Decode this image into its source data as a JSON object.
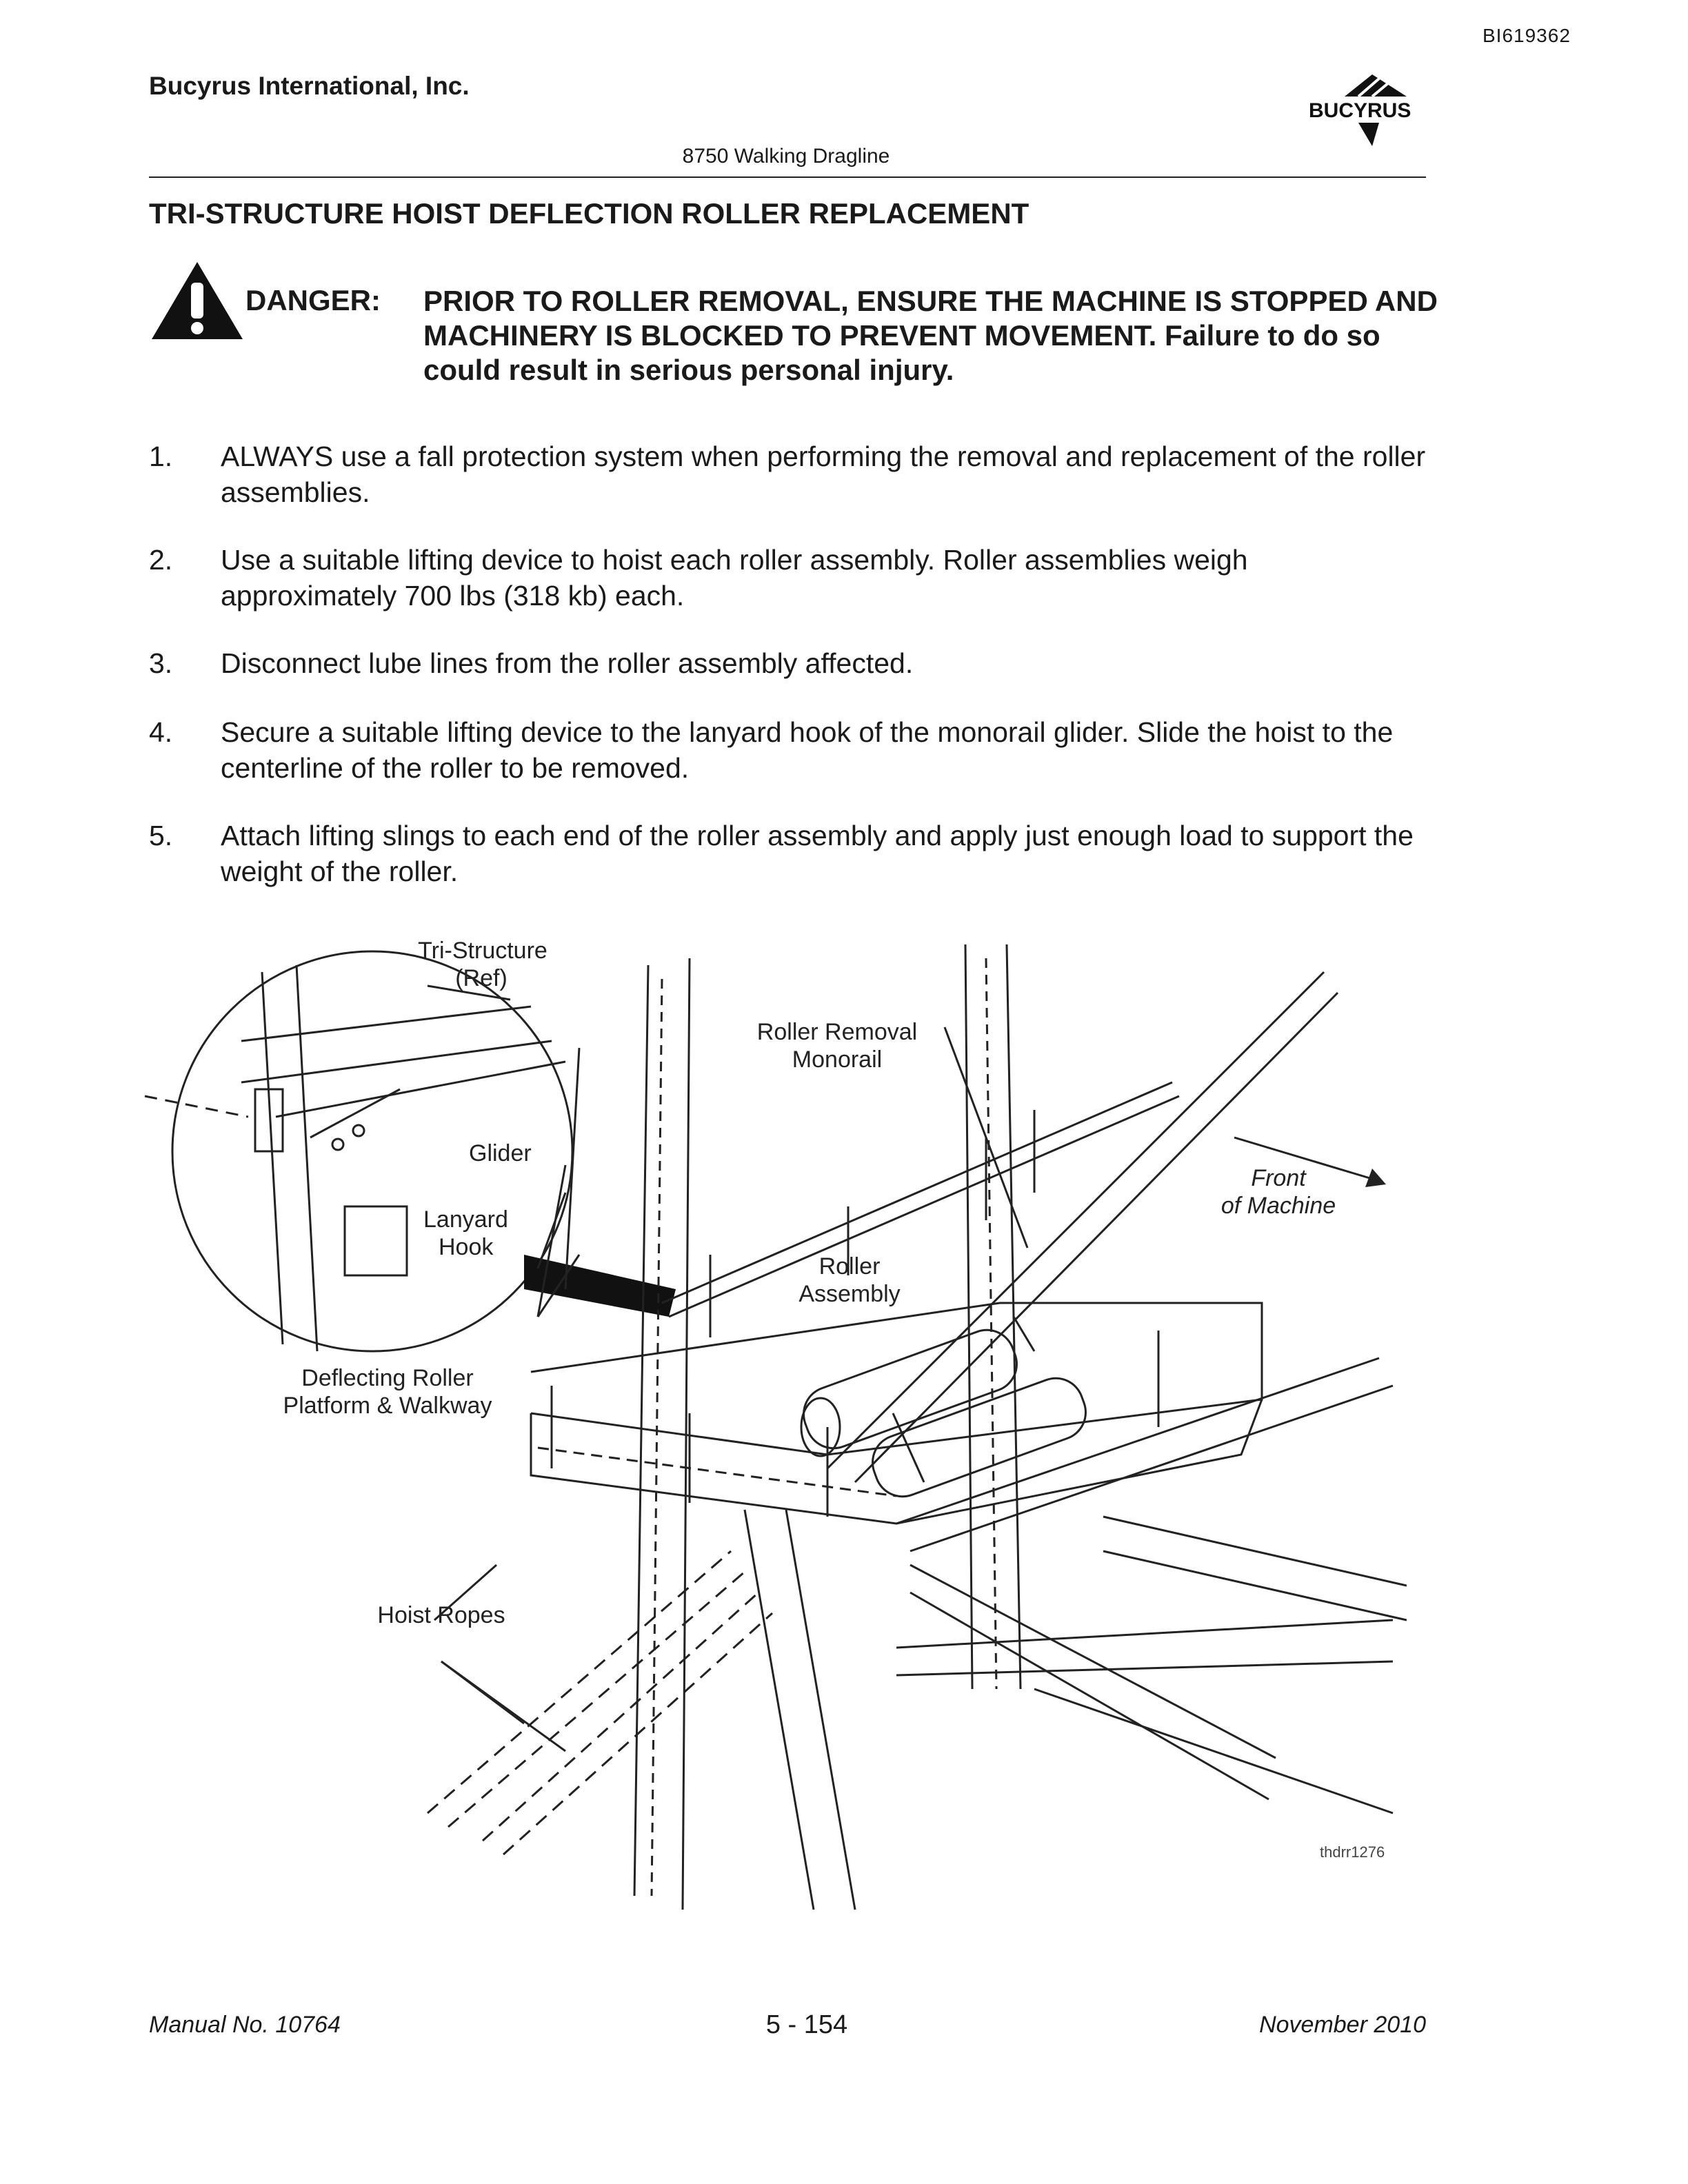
{
  "document_id": "BI619362",
  "header": {
    "company": "Bucyrus International, Inc.",
    "logo_text": "BUCYRUS",
    "subtitle": "8750 Walking Dragline"
  },
  "title": "TRI-STRUCTURE HOIST DEFLECTION ROLLER REPLACEMENT",
  "danger": {
    "label": "DANGER:",
    "text": "PRIOR TO ROLLER REMOVAL, ENSURE THE MACHINE IS STOPPED AND MACHINERY IS BLOCKED TO PREVENT MOVEMENT. Failure to do so could result in serious personal injury."
  },
  "steps": [
    {
      "num": "1.",
      "text": "ALWAYS use a fall protection system when performing the removal and replacement of the roller assemblies."
    },
    {
      "num": "2.",
      "text": "Use a suitable lifting device to hoist each roller assembly. Roller assemblies weigh approximately 700 lbs (318 kb) each."
    },
    {
      "num": "3.",
      "text": "Disconnect lube lines from the roller assembly affected."
    },
    {
      "num": "4.",
      "text": "Secure a suitable lifting device to the lanyard hook of the monorail glider. Slide the hoist to the centerline of the roller to be removed."
    },
    {
      "num": "5.",
      "text": "Attach lifting slings to each end of the roller assembly and apply just enough load to support the weight of the roller."
    }
  ],
  "figure": {
    "labels": {
      "tri_structure_1": "Tri-Structure",
      "tri_structure_2": "(Ref)",
      "roller_removal_1": "Roller Removal",
      "roller_removal_2": "Monorail",
      "glider": "Glider",
      "lanyard_1": "Lanyard",
      "lanyard_2": "Hook",
      "front_1": "Front",
      "front_2": "of Machine",
      "roller_assembly_1": "Roller",
      "roller_assembly_2": "Assembly",
      "platform_1": "Deflecting Roller",
      "platform_2": "Platform & Walkway",
      "hoist_ropes": "Hoist Ropes",
      "figure_code": "thdrr1276"
    }
  },
  "footer": {
    "manual": "Manual No. 10764",
    "page": "5 - 154",
    "date": "November 2010"
  }
}
